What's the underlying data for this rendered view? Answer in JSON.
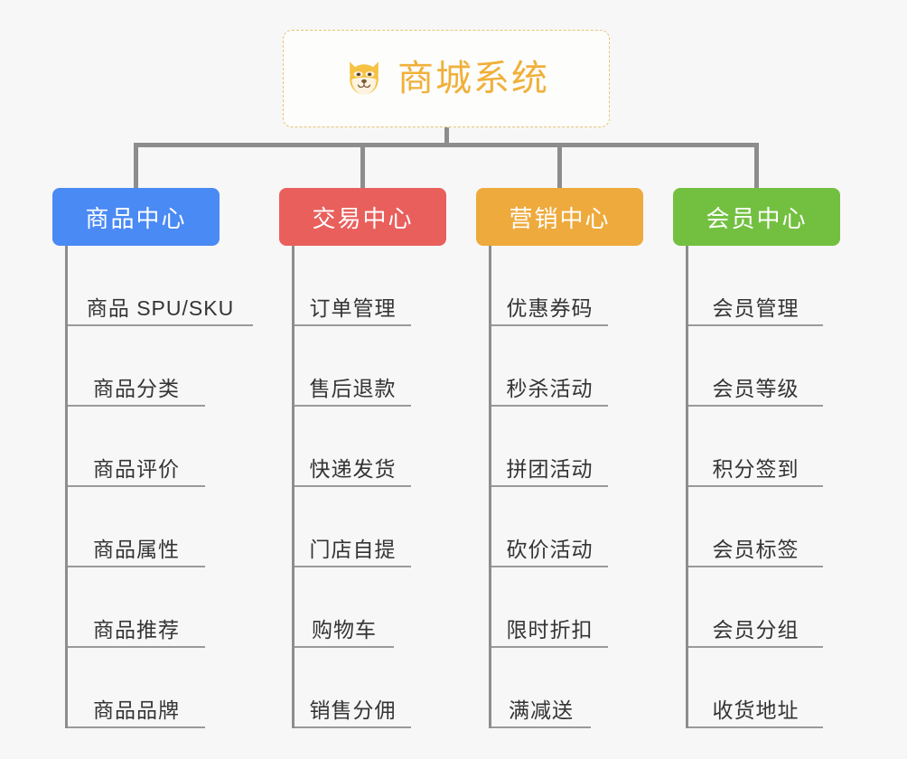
{
  "root": {
    "title": "商城系统",
    "icon": "shiba-dog-icon",
    "border_color": "#e8c377",
    "text_color": "#f0b03a",
    "background": "#fdfdfc"
  },
  "canvas": {
    "background": "#f7f7f7",
    "connector_color": "#8d8d8d",
    "leaf_divider_color": "#9a9a9a",
    "leaf_text_color": "#343434"
  },
  "categories": [
    {
      "label": "商品中心",
      "color": "#4a8af4",
      "items": [
        "商品 SPU/SKU",
        "商品分类",
        "商品评价",
        "商品属性",
        "商品推荐",
        "商品品牌"
      ]
    },
    {
      "label": "交易中心",
      "color": "#e95f5c",
      "items": [
        "订单管理",
        "售后退款",
        "快递发货",
        "门店自提",
        "购物车",
        "销售分佣"
      ]
    },
    {
      "label": "营销中心",
      "color": "#eeaa3c",
      "items": [
        "优惠券码",
        "秒杀活动",
        "拼团活动",
        "砍价活动",
        "限时折扣",
        "满减送"
      ]
    },
    {
      "label": "会员中心",
      "color": "#73c041",
      "items": [
        "会员管理",
        "会员等级",
        "积分签到",
        "会员标签",
        "会员分组",
        "收货地址"
      ]
    }
  ]
}
